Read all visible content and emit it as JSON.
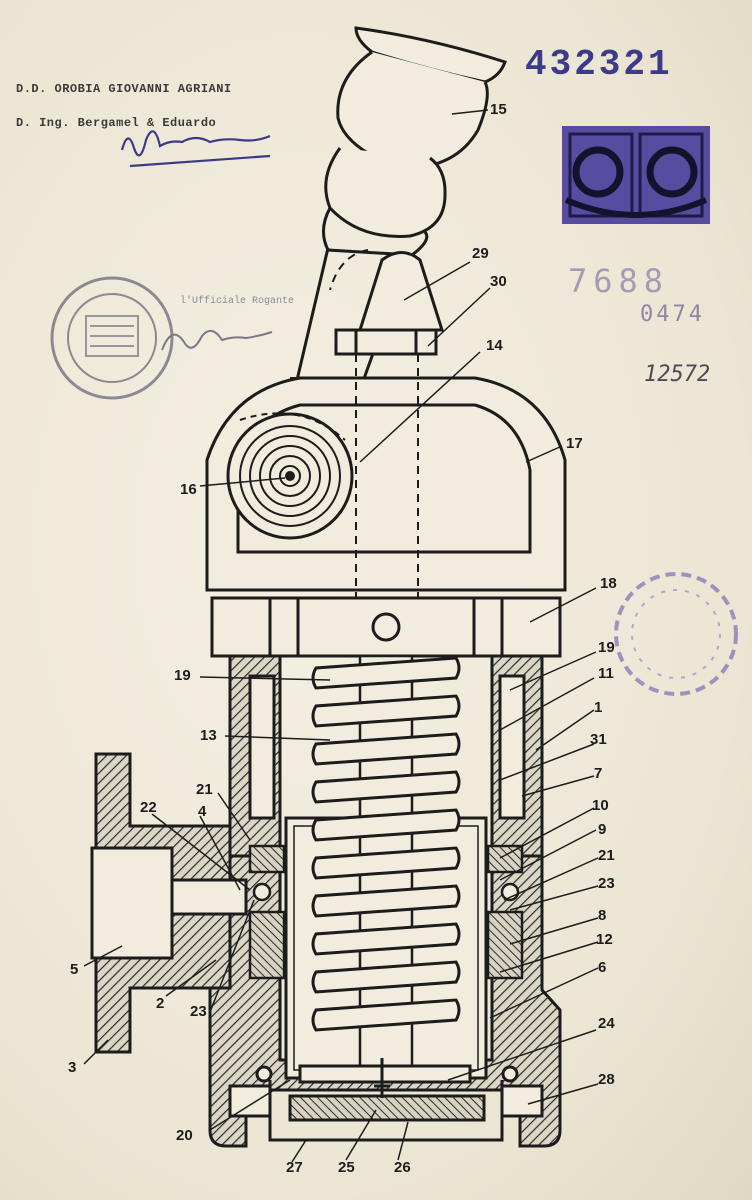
{
  "header": {
    "line1": "D.D. OROBIA GIOVANNI AGRIANI",
    "line2": "D. Ing. Bergamel & Eduardo"
  },
  "patent_number": "432321",
  "pencil_marks": [
    "7688",
    "0474",
    "12572"
  ],
  "stamp_text": "l'Ufficiale Rogante",
  "colors": {
    "ink": "#1c1c1c",
    "stamp_violet": "#3d3a8c",
    "hatch": "#2a2a2a",
    "paper": "#efeadb"
  },
  "part_labels": [
    {
      "id": "15",
      "text": "15"
    },
    {
      "id": "29",
      "text": "29"
    },
    {
      "id": "30",
      "text": "30"
    },
    {
      "id": "14",
      "text": "14"
    },
    {
      "id": "17",
      "text": "17"
    },
    {
      "id": "16",
      "text": "16"
    },
    {
      "id": "18",
      "text": "18"
    },
    {
      "id": "19a",
      "text": "19"
    },
    {
      "id": "19b",
      "text": "19"
    },
    {
      "id": "11",
      "text": "11"
    },
    {
      "id": "1",
      "text": "1"
    },
    {
      "id": "13",
      "text": "13"
    },
    {
      "id": "31",
      "text": "31"
    },
    {
      "id": "7",
      "text": "7"
    },
    {
      "id": "21a",
      "text": "21"
    },
    {
      "id": "22",
      "text": "22"
    },
    {
      "id": "4",
      "text": "4"
    },
    {
      "id": "10",
      "text": "10"
    },
    {
      "id": "9",
      "text": "9"
    },
    {
      "id": "21b",
      "text": "21"
    },
    {
      "id": "23a",
      "text": "23"
    },
    {
      "id": "8",
      "text": "8"
    },
    {
      "id": "12",
      "text": "12"
    },
    {
      "id": "5",
      "text": "5"
    },
    {
      "id": "2",
      "text": "2"
    },
    {
      "id": "23b",
      "text": "23"
    },
    {
      "id": "6",
      "text": "6"
    },
    {
      "id": "3",
      "text": "3"
    },
    {
      "id": "24",
      "text": "24"
    },
    {
      "id": "28",
      "text": "28"
    },
    {
      "id": "20",
      "text": "20"
    },
    {
      "id": "27",
      "text": "27"
    },
    {
      "id": "25",
      "text": "25"
    },
    {
      "id": "26",
      "text": "26"
    }
  ]
}
